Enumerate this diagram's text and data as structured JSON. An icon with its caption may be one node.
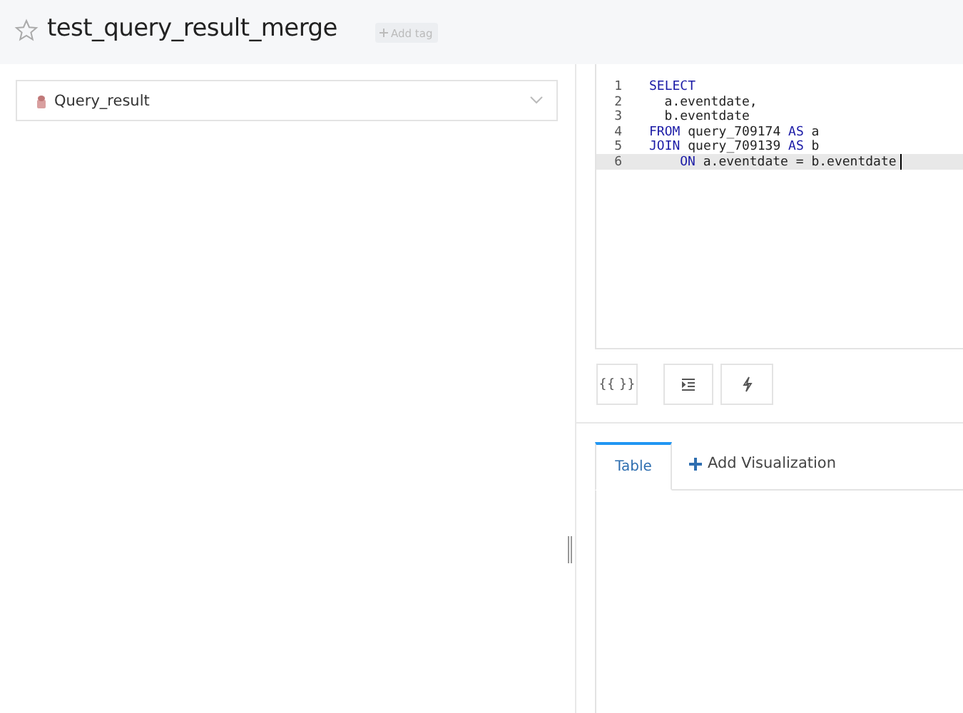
{
  "diagram": {
    "title": "test_query_result_merge",
    "labels": [
      "Add tag",
      "Query_result",
      "1",
      "SELECT",
      "2",
      "a.eventdate,",
      "3",
      "b.eventdate",
      "4",
      "FROM query_709174 AS a",
      "5",
      "JOIN query_709139 AS b",
      "6",
      "ON a.eventdate = b.eventdate",
      "{{ }}",
      "Table",
      "Add Visualization"
    ]
  }
}
